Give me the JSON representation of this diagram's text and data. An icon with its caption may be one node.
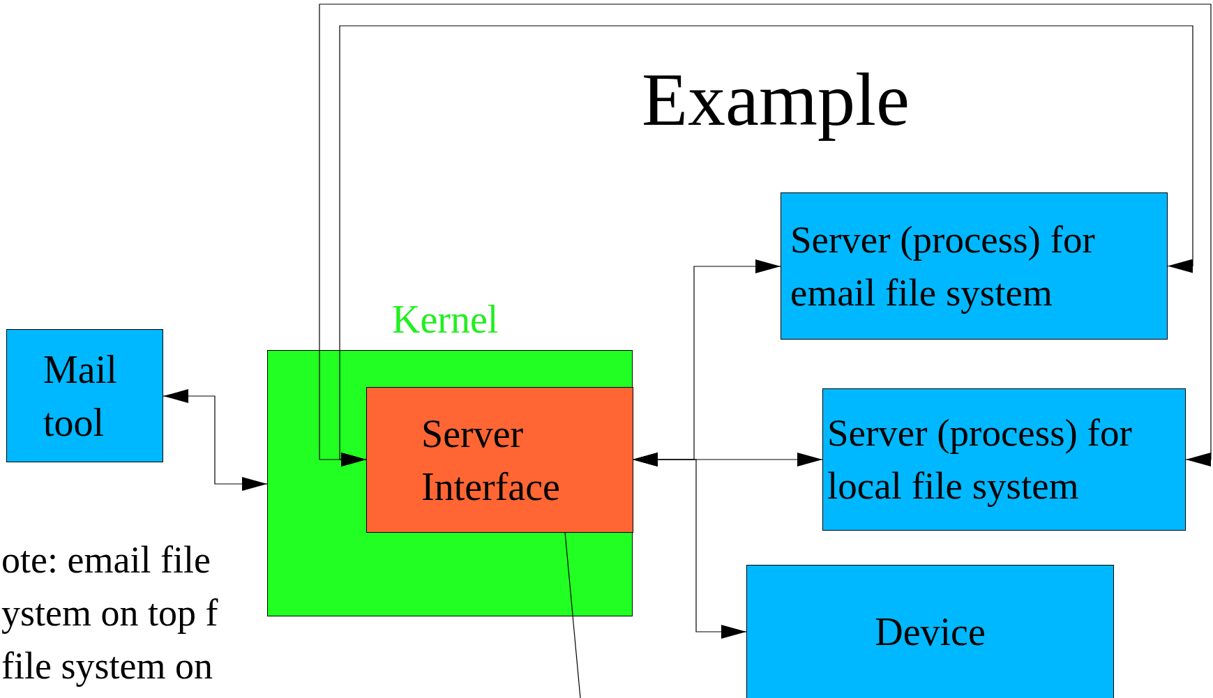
{
  "diagram": {
    "title": "Example",
    "nodes": [
      {
        "text": [
          "Mail tool"
        ]
      },
      {
        "text": [
          "Kernel"
        ]
      },
      {
        "text": [
          "Server Interface"
        ],
        "in": 1
      },
      {
        "text": [
          "Server (process) for email file system"
        ]
      },
      {
        "text": [
          "Server (process) for local file system"
        ]
      },
      {
        "text": [
          "Device"
        ]
      }
    ],
    "edges": [
      {
        "from": 0,
        "to": 1,
        "arrow": "both"
      },
      {
        "from": 2,
        "to": 3,
        "arrow": "both"
      },
      {
        "from": 2,
        "to": 4,
        "arrow": "both"
      },
      {
        "from": 2,
        "to": 5,
        "arrow": "both"
      },
      {
        "from": 2,
        "to": 3,
        "arrow": "both"
      },
      {
        "from": 2,
        "to": 4,
        "arrow": "both"
      },
      {
        "from": 2,
        "to": null,
        "arrow": "none"
      }
    ],
    "labels": [
      "ote: email file ystem on top f file system on"
    ]
  }
}
